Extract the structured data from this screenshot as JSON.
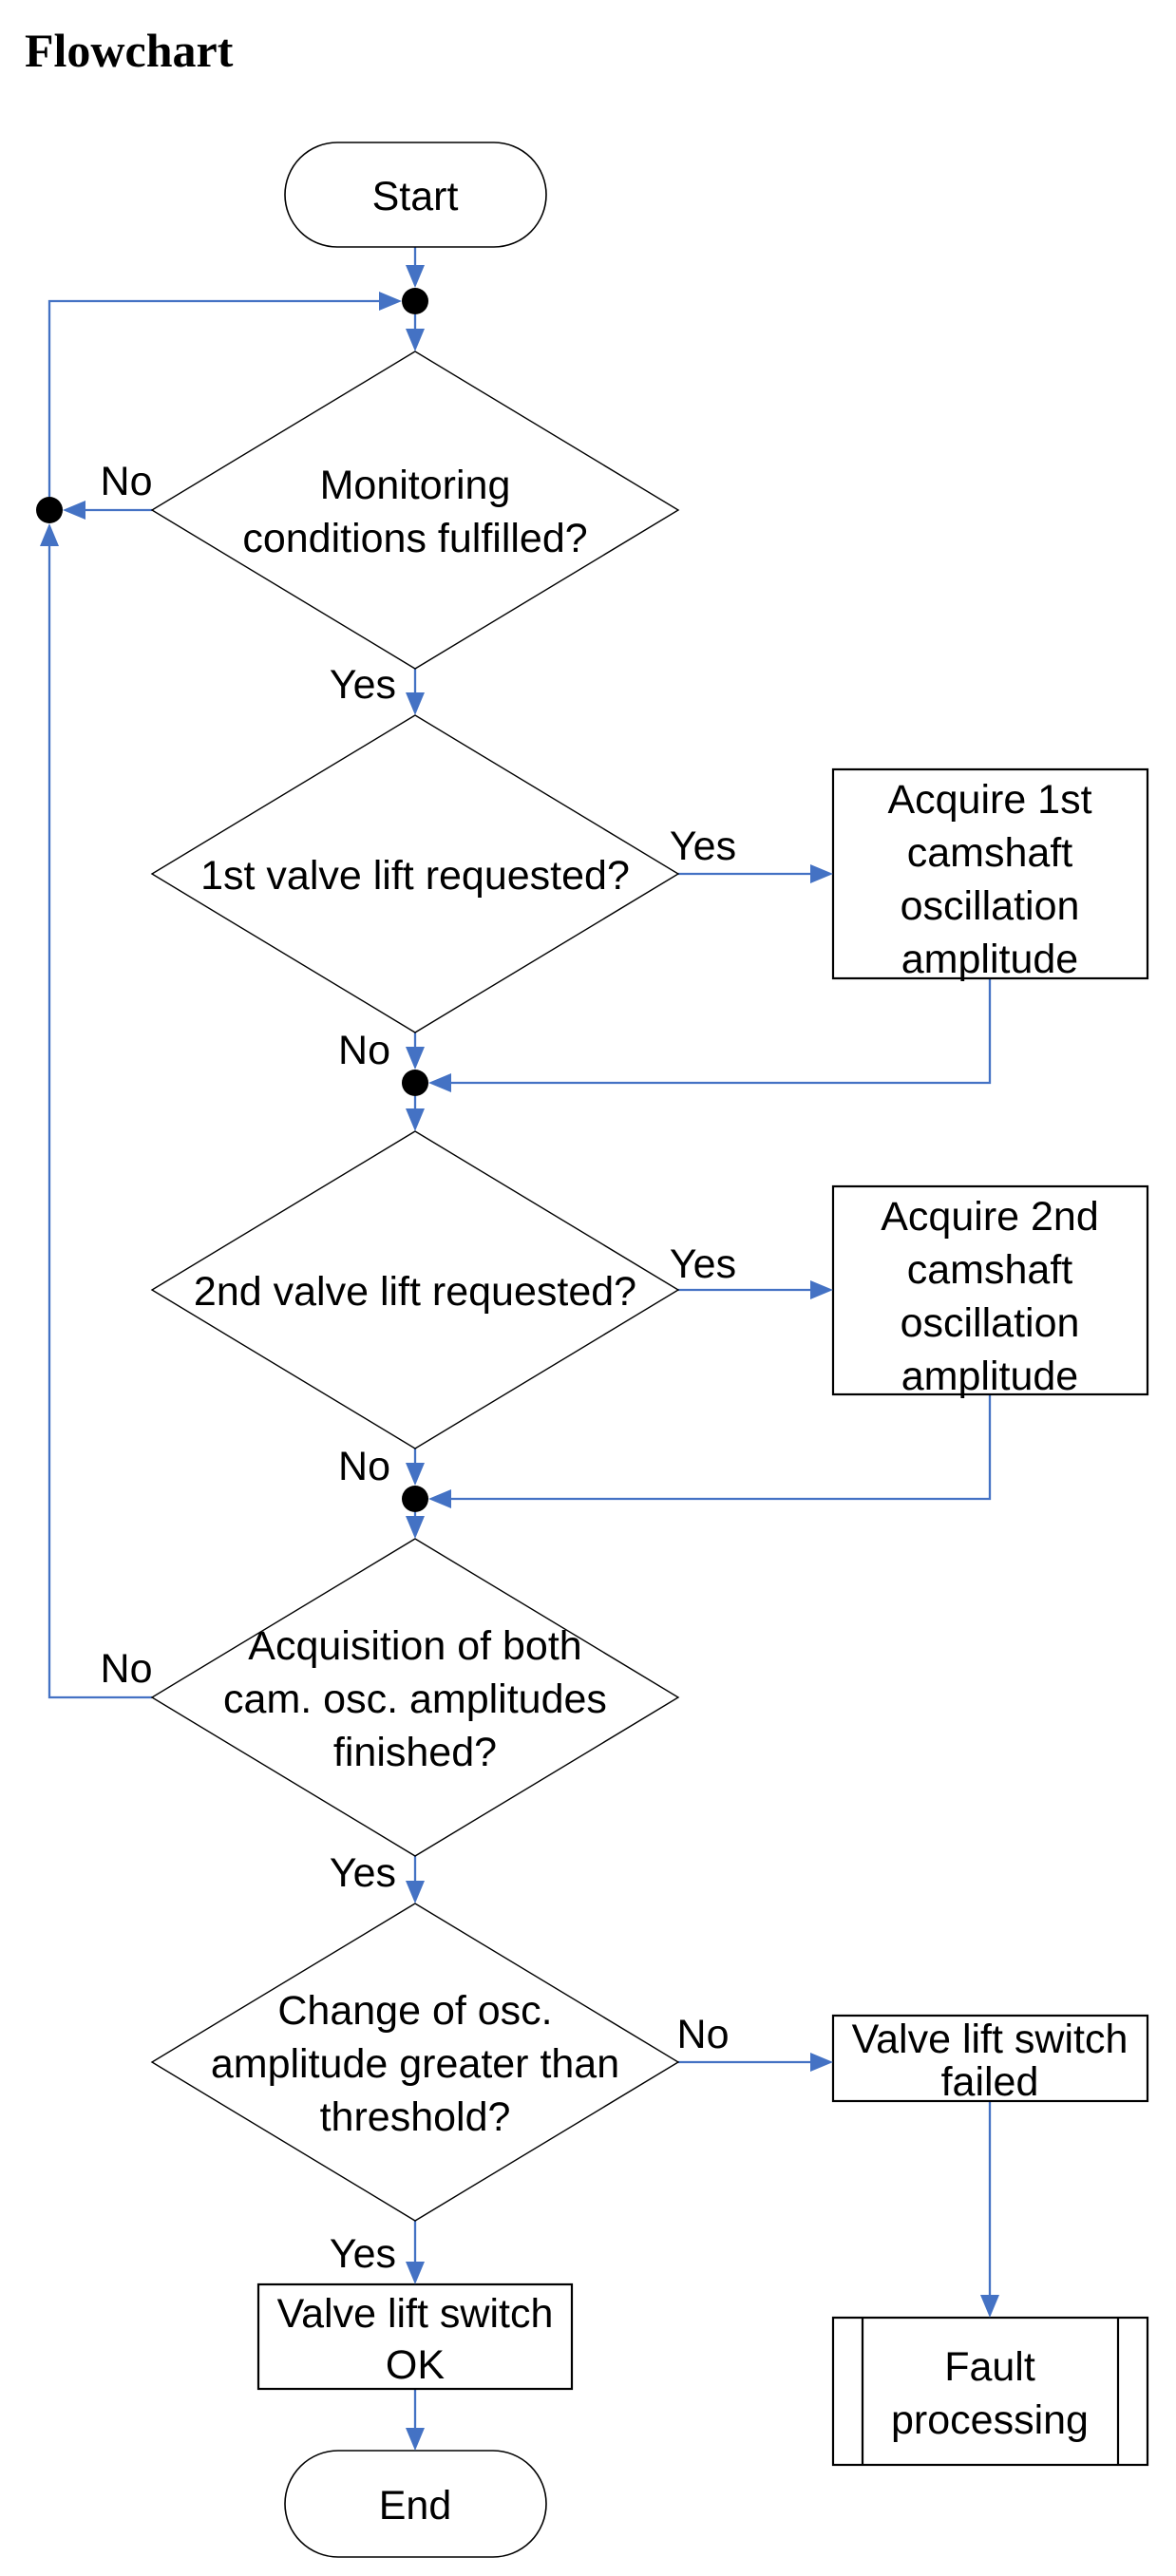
{
  "title": "Flowchart",
  "colors": {
    "flow_line": "#4472C4",
    "shape_outline": "#000000",
    "junction_dot": "#000000",
    "text": "#000000",
    "background": "#ffffff"
  },
  "labels": {
    "yes": "Yes",
    "no": "No"
  },
  "nodes": {
    "start": {
      "type": "terminator",
      "label": "Start"
    },
    "monitoring": {
      "type": "decision",
      "line1": "Monitoring",
      "line2": "conditions fulfilled?"
    },
    "valve1": {
      "type": "decision",
      "label": "1st valve lift requested?"
    },
    "acquire1": {
      "type": "process",
      "line1": "Acquire 1st",
      "line2": "camshaft",
      "line3": "oscillation",
      "line4": "amplitude"
    },
    "valve2": {
      "type": "decision",
      "label": "2nd valve lift requested?"
    },
    "acquire2": {
      "type": "process",
      "line1": "Acquire 2nd",
      "line2": "camshaft",
      "line3": "oscillation",
      "line4": "amplitude"
    },
    "acquisition": {
      "type": "decision",
      "line1": "Acquisition of both",
      "line2": "cam. osc. amplitudes",
      "line3": "finished?"
    },
    "change": {
      "type": "decision",
      "line1": "Change of osc.",
      "line2": "amplitude greater than",
      "line3": "threshold?"
    },
    "switch_ok": {
      "type": "process",
      "line1": "Valve lift switch",
      "line2": "OK"
    },
    "switch_failed": {
      "type": "process",
      "line1": "Valve lift switch",
      "line2": "failed"
    },
    "fault": {
      "type": "predefined-process",
      "line1": "Fault",
      "line2": "processing"
    },
    "end": {
      "type": "terminator",
      "label": "End"
    }
  }
}
